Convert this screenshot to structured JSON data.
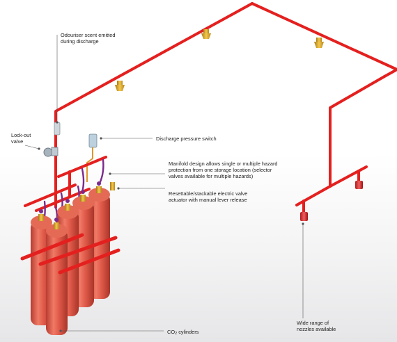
{
  "labels": {
    "odouriser": "Odouriser scent emitted\nduring discharge",
    "lockout": "Lock-out\nvalve",
    "pressure_switch": "Discharge pressure switch",
    "manifold": "Manifold design allows single or multiple hazard\nprotection from one storage location (selector\nvalves available for multiple hazards)",
    "actuator": "Resettable/stackable electric valve\nactuator with manual lever release",
    "cylinders_main": "CO",
    "cylinders_sub": "2",
    "cylinders_rest": " cylinders",
    "nozzles": "Wide range of\nnozzles available"
  },
  "colors": {
    "pipe": "#e4201f",
    "pipe_dark": "#b51414",
    "cylinder": "#e05a49",
    "cylinder_shade": "#b83c30",
    "valve_purple": "#7b2a8c",
    "brass": "#d9a62a",
    "leader": "#555555"
  },
  "icons": {
    "nozzle": "brass-nozzle-icon",
    "lockout_valve": "lockout-valve-icon",
    "pressure_switch": "pressure-switch-icon",
    "odouriser": "odouriser-icon"
  }
}
